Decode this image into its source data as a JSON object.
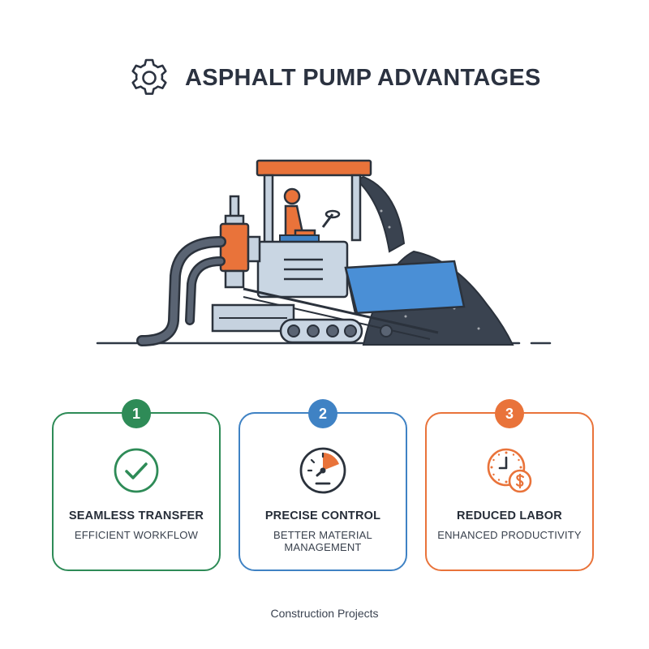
{
  "title": "ASPHALT PUMP ADVANTAGES",
  "header_icon": "gear-icon",
  "illustration": "asphalt-paver-with-pump",
  "cards": [
    {
      "number": "1",
      "icon": "checkmark-icon",
      "title": "SEAMLESS TRANSFER",
      "subtitle": "EFFICIENT WORKFLOW",
      "color": "#2e8b57"
    },
    {
      "number": "2",
      "icon": "gauge-icon",
      "title": "PRECISE CONTROL",
      "subtitle": "BETTER MATERIAL MANAGEMENT",
      "color": "#3f82c4"
    },
    {
      "number": "3",
      "icon": "clock-dollar-icon",
      "title": "REDUCED LABOR",
      "subtitle": "ENHANCED PRODUCTIVITY",
      "color": "#e9733a"
    }
  ],
  "footer": "Construction Projects"
}
